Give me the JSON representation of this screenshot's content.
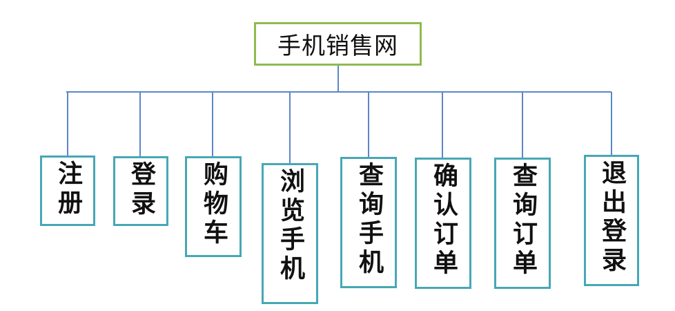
{
  "root": {
    "label": "手机销售网"
  },
  "modules": [
    {
      "label": "注册"
    },
    {
      "label": "登录"
    },
    {
      "label": "购物车"
    },
    {
      "label": "浏览手机"
    },
    {
      "label": "查询手机"
    },
    {
      "label": "确认订单"
    },
    {
      "label": "查询订单"
    },
    {
      "label": "退出登录"
    }
  ],
  "colors": {
    "root_border": "#8fba4e",
    "module_border": "#47a7b5",
    "connector": "#5b86c7"
  }
}
